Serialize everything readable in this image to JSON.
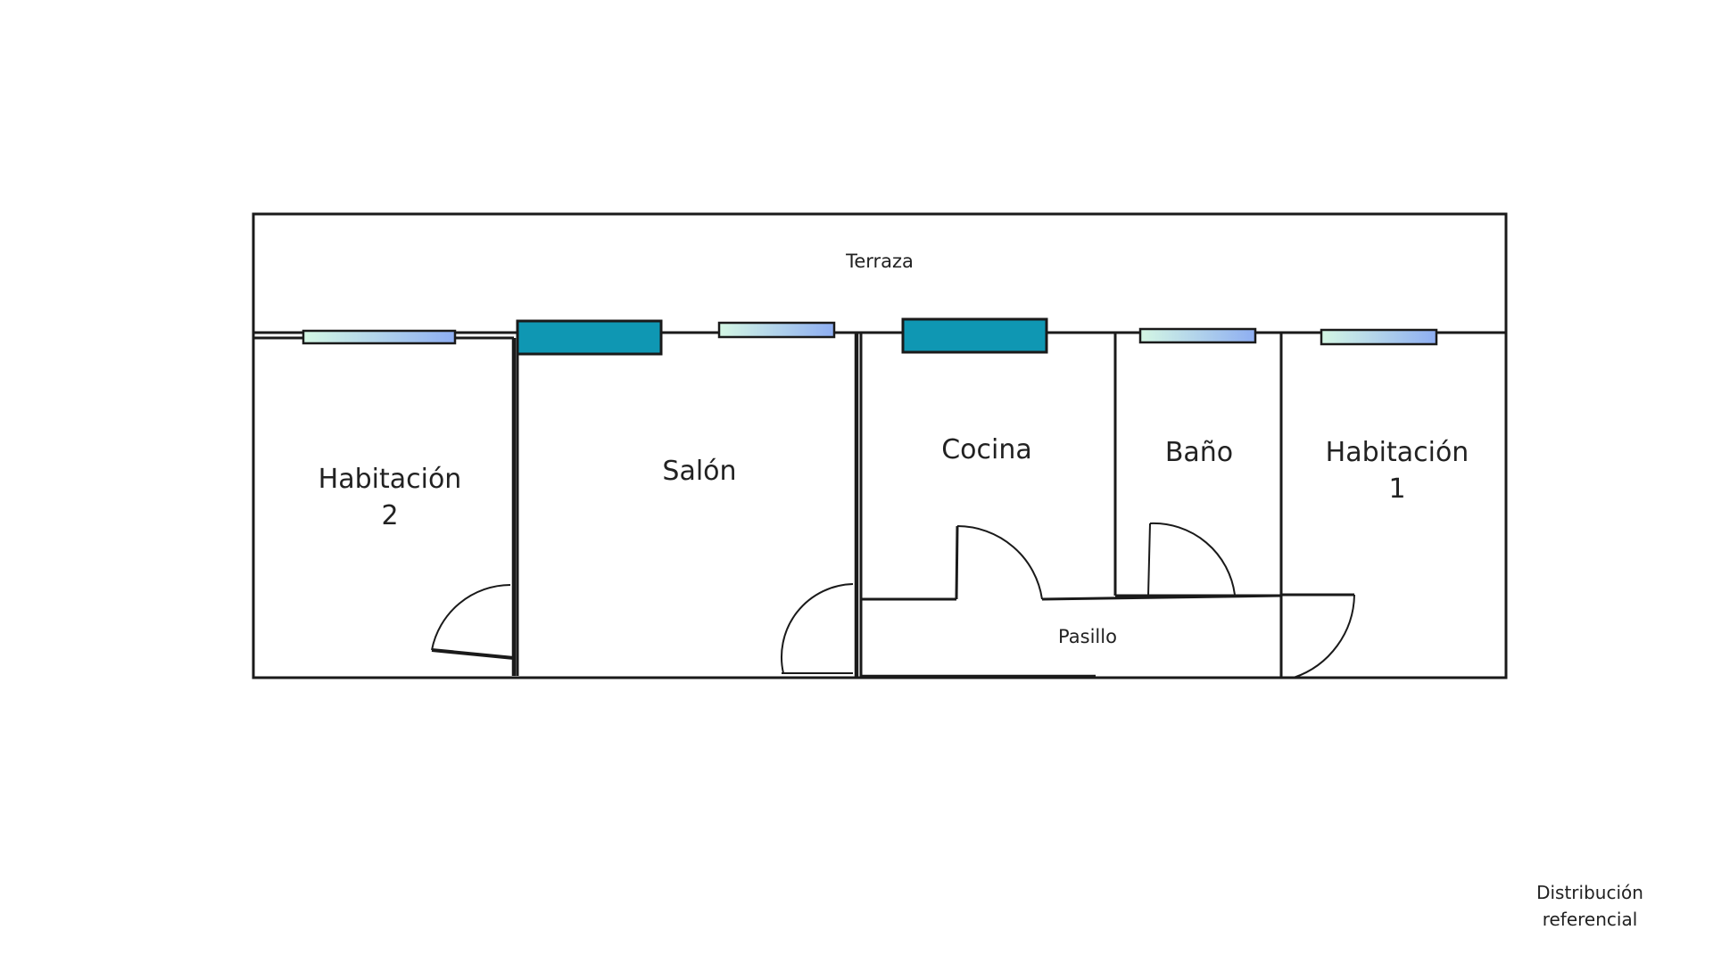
{
  "rooms": {
    "terrace": "Terraza",
    "bedroom2_line1": "Habitación",
    "bedroom2_line2": "2",
    "living": "Salón",
    "kitchen": "Cocina",
    "bathroom": "Baño",
    "bedroom1_line1": "Habitación",
    "bedroom1_line2": "1",
    "hallway": "Pasillo"
  },
  "footnote": {
    "line1": "Distribución",
    "line2": "referencial"
  },
  "colors": {
    "wall": "#1a1a1a",
    "window_large": "#0f97b3",
    "window_glass_start": "#d4f7e4",
    "window_glass_end": "#8eaef2"
  }
}
